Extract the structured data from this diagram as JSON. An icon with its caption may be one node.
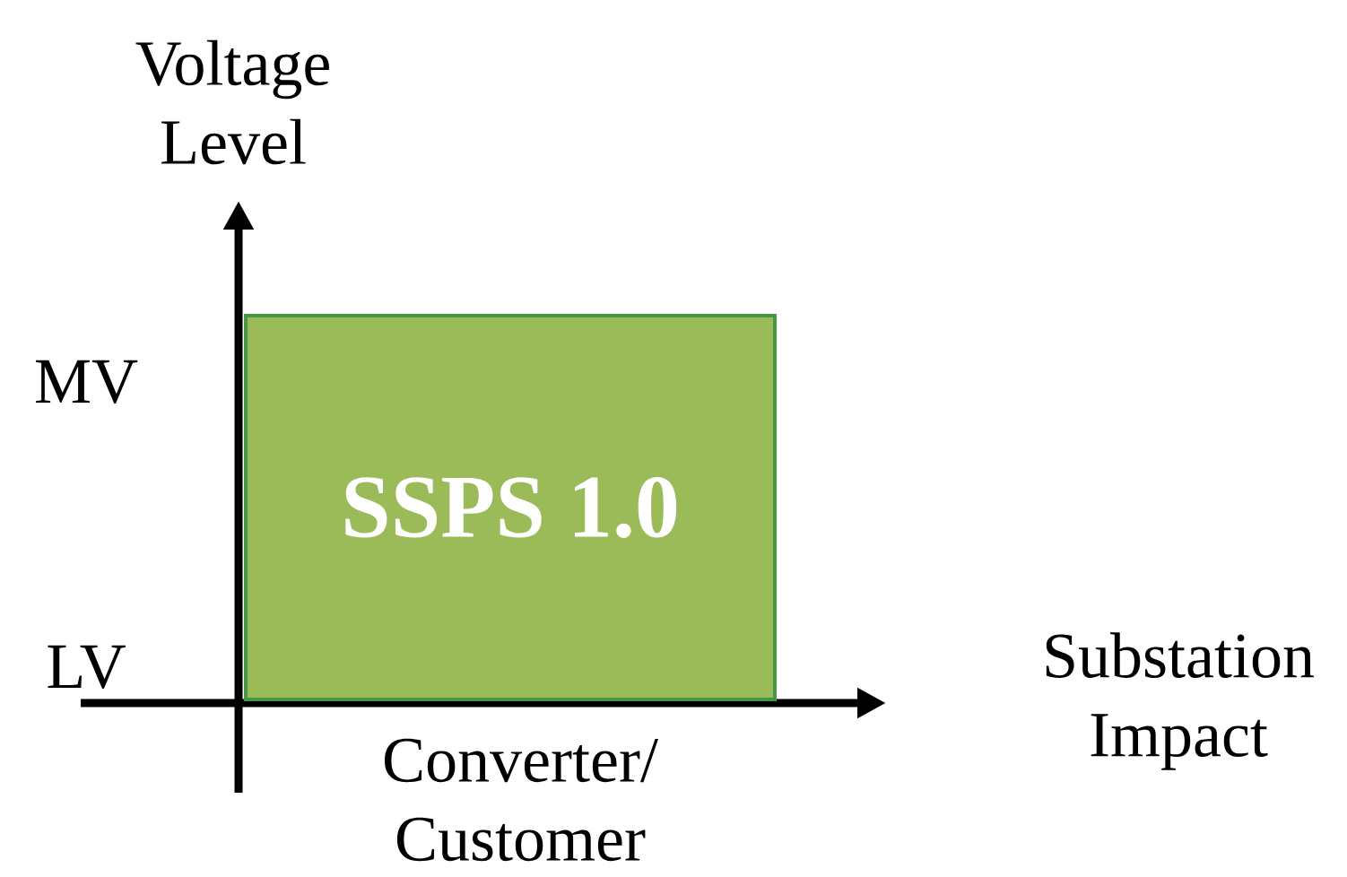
{
  "diagram": {
    "nodes": [
      {
        "text": [
          "SSPS 1.0"
        ]
      }
    ],
    "labels": [
      "Voltage Level",
      "MV",
      "LV",
      "Substation Impact",
      "Converter/ Customer"
    ]
  }
}
